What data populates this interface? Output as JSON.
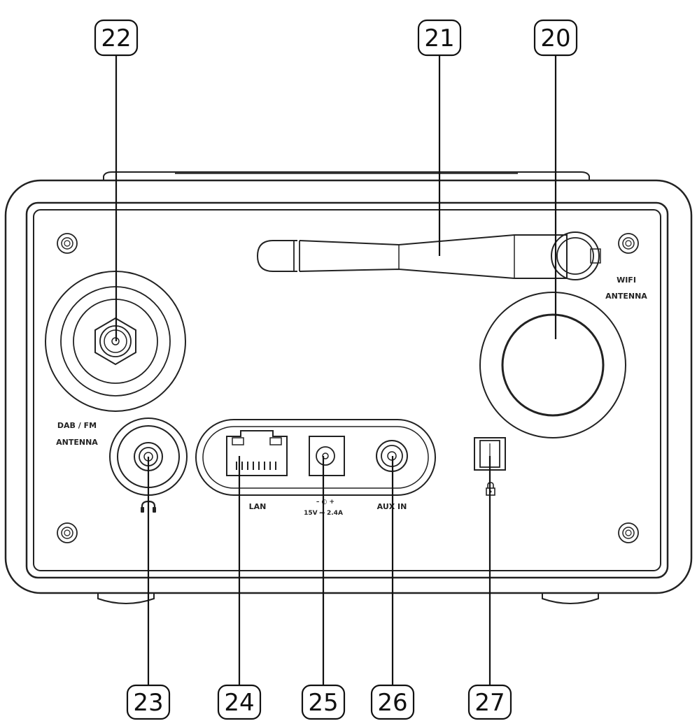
{
  "callouts": {
    "c20": "20",
    "c21": "21",
    "c22": "22",
    "c23": "23",
    "c24": "24",
    "c25": "25",
    "c26": "26",
    "c27": "27"
  },
  "labels": {
    "dab_fm_line1": "DAB / FM",
    "dab_fm_line2": "ANTENNA",
    "wifi_line1": "WIFI",
    "wifi_line2": "ANTENNA",
    "lan": "LAN",
    "power_polarity": "– ◐ +",
    "power_rating": "15V ⎓ 2.4A",
    "aux_in": "AUX IN"
  },
  "icons": {
    "headphone": "headphone-icon",
    "lock": "lock-icon"
  }
}
